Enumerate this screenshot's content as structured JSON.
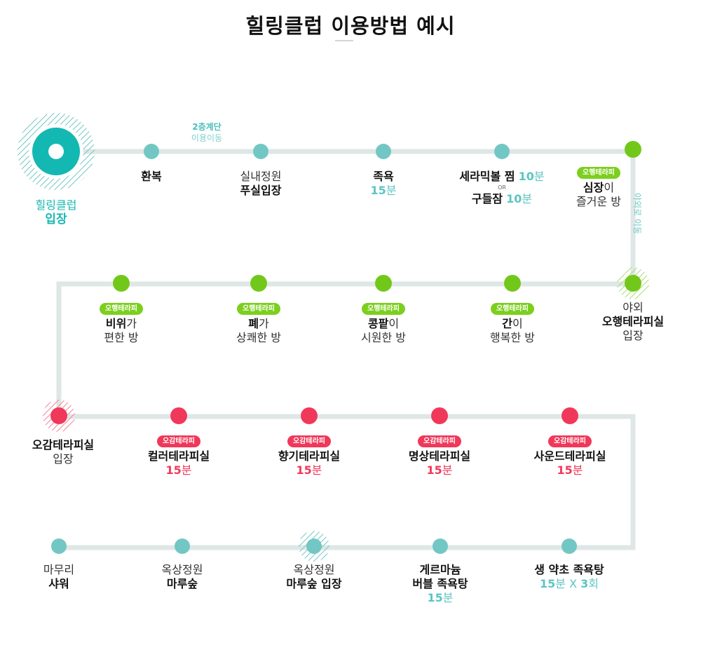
{
  "title": "힐링클럽 이용방법 예시",
  "colors": {
    "track": "#dfe7e6",
    "mint_dot": "#72c7c4",
    "entry_teal": "#14b8b3",
    "green": "#72c81a",
    "pink": "#f0385a"
  },
  "start": {
    "line1": "힐링클럽",
    "line2": "입장"
  },
  "stair_note": {
    "line1": "2층계단",
    "line2": "이용이동"
  },
  "outdoor_note": "야외로 이동",
  "tags": {
    "green": "오행테라피",
    "pink": "오감테라피"
  },
  "row1": {
    "s1": {
      "line1": "환복"
    },
    "s2": {
      "line1": "실내정원",
      "line2": "푸실입장"
    },
    "s3": {
      "line1": "족욕",
      "time_num": "15",
      "time_unit": "분"
    },
    "s4": {
      "part1_name": "세라믹볼 찜",
      "part1_num": "10",
      "part1_unit": "분",
      "or": "OR",
      "part2_name": "구들잠",
      "part2_num": "10",
      "part2_unit": "분"
    },
    "s5": {
      "tag": "오행테라피",
      "line1_bold": "심장",
      "line1_rest": "이",
      "line2": "즐거운 방"
    }
  },
  "row2": {
    "s1": {
      "line1": "야외",
      "line2": "오행테라피실",
      "line3": "입장"
    },
    "s2": {
      "tag": "오행테라피",
      "line1_bold": "간",
      "line1_rest": "이",
      "line2": "행복한 방"
    },
    "s3": {
      "tag": "오행테라피",
      "line1_bold": "콩팥",
      "line1_rest": "이",
      "line2": "시원한 방"
    },
    "s4": {
      "tag": "오행테라피",
      "line1_bold": "폐",
      "line1_rest": "가",
      "line2": "상쾌한 방"
    },
    "s5": {
      "tag": "오행테라피",
      "line1_bold": "비위",
      "line1_rest": "가",
      "line2": "편한 방"
    }
  },
  "row3": {
    "s1": {
      "line1": "오감테라피실",
      "line2": "입장"
    },
    "s2": {
      "tag": "오감테라피",
      "line1": "컬러테라피실",
      "time_num": "15",
      "time_unit": "분"
    },
    "s3": {
      "tag": "오감테라피",
      "line1": "향기테라피실",
      "time_num": "15",
      "time_unit": "분"
    },
    "s4": {
      "tag": "오감테라피",
      "line1": "명상테라피실",
      "time_num": "15",
      "time_unit": "분"
    },
    "s5": {
      "tag": "오감테라피",
      "line1": "사운드테라피실",
      "time_num": "15",
      "time_unit": "분"
    }
  },
  "row4": {
    "s1": {
      "line1": "생 약초 족욕탕",
      "num1": "15",
      "unit1": "분",
      "x": "X",
      "num2": "3",
      "unit2": "회"
    },
    "s2": {
      "line1": "게르마늄",
      "line2": "버블 족욕탕",
      "time_num": "15",
      "time_unit": "분"
    },
    "s3": {
      "line1": "옥상정원",
      "line2": "마루숲 입장"
    },
    "s4": {
      "line1": "옥상정원",
      "line2": "마루숲"
    },
    "s5": {
      "line1": "마무리",
      "line2": "샤워"
    }
  }
}
